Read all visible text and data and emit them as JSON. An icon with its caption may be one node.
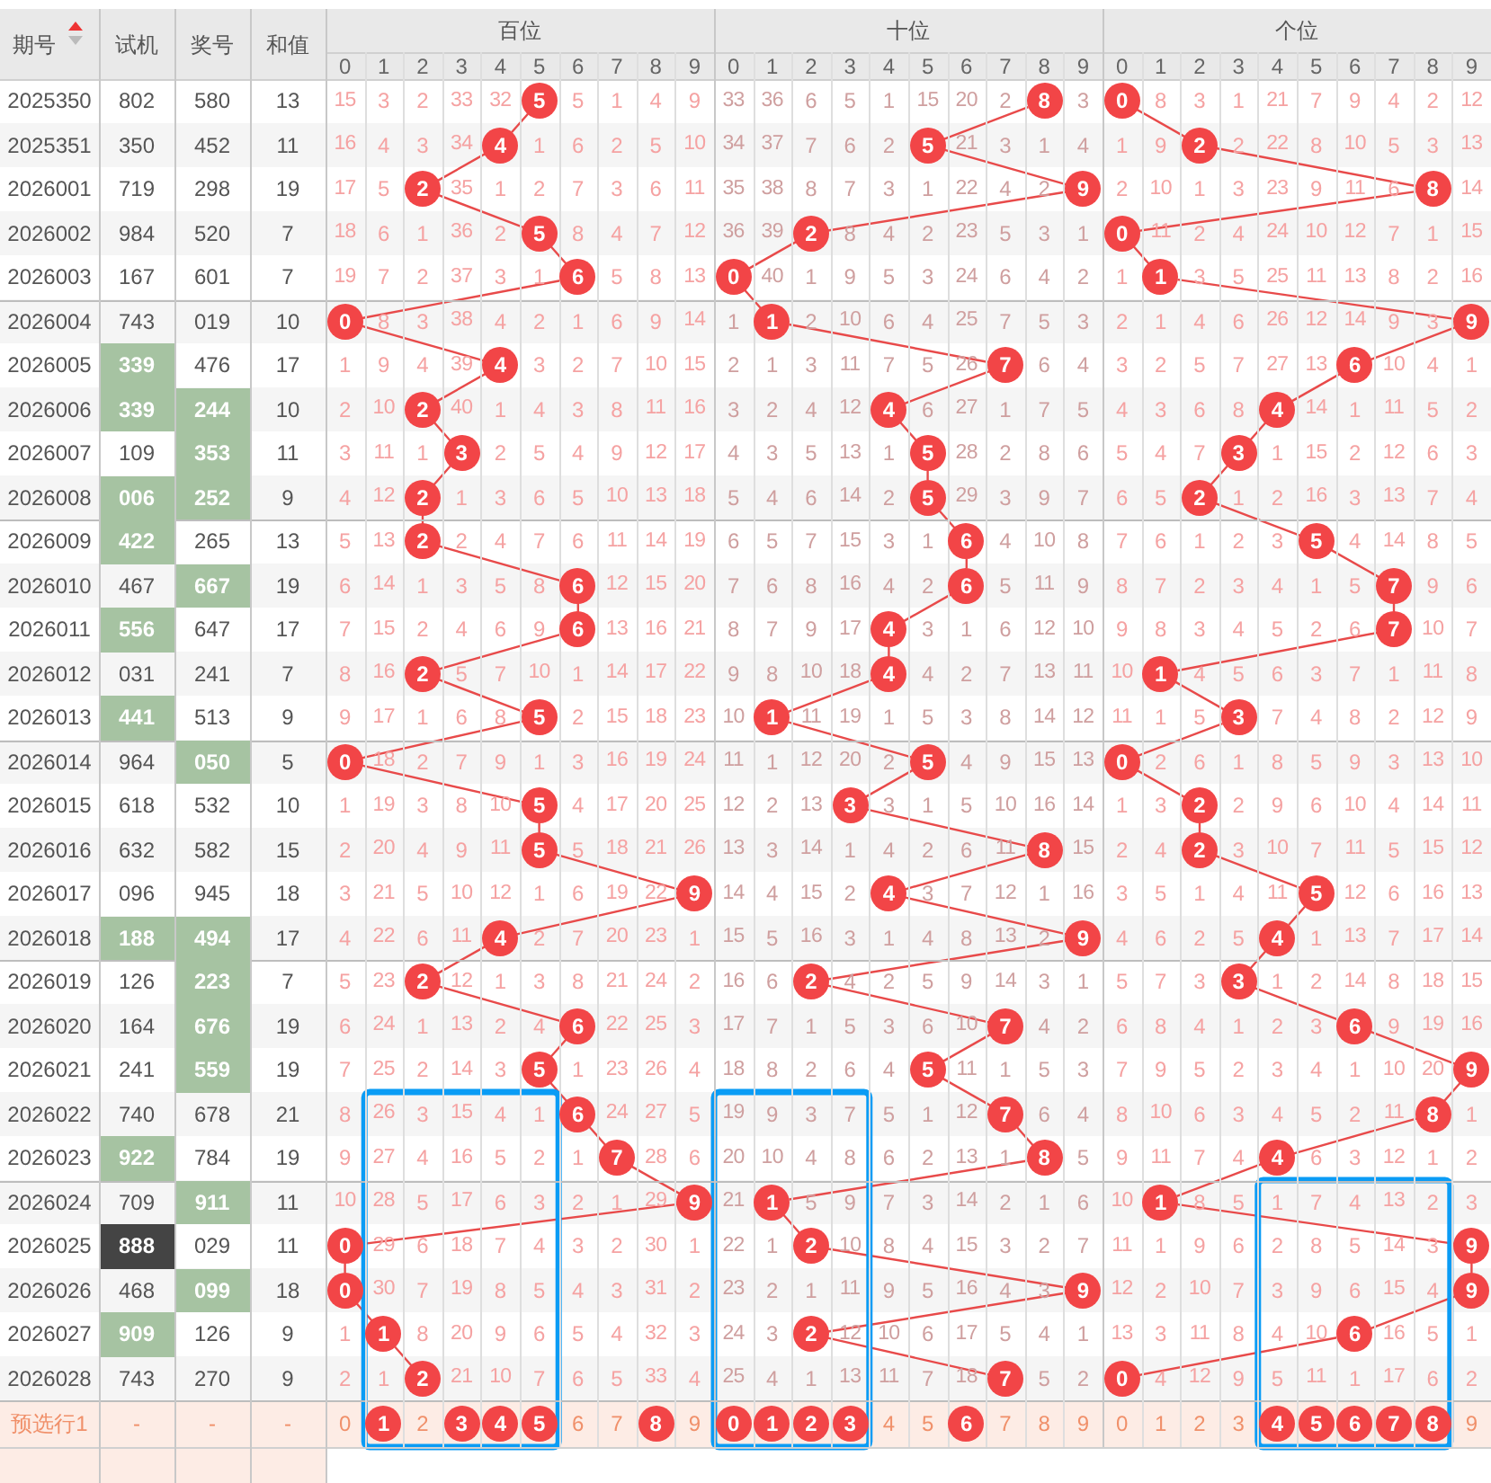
{
  "diagram": {
    "nodes": [
      {
        "text": [
          "5"
        ]
      },
      {
        "text": [
          "8"
        ]
      },
      {
        "text": [
          "0"
        ]
      },
      {
        "text": [
          "4"
        ]
      },
      {
        "text": [
          "5"
        ]
      },
      {
        "text": [
          "2"
        ]
      },
      {
        "text": [
          "2"
        ]
      },
      {
        "text": [
          "9"
        ]
      },
      {
        "text": [
          "8"
        ]
      },
      {
        "text": [
          "5"
        ]
      },
      {
        "text": [
          "2"
        ]
      },
      {
        "text": [
          "0"
        ]
      },
      {
        "text": [
          "6"
        ]
      },
      {
        "text": [
          "0"
        ]
      },
      {
        "text": [
          "1"
        ]
      },
      {
        "text": [
          "0"
        ]
      },
      {
        "text": [
          "1"
        ]
      },
      {
        "text": [
          "9"
        ]
      },
      {
        "text": [
          "4"
        ]
      },
      {
        "text": [
          "7"
        ]
      },
      {
        "text": [
          "6"
        ]
      },
      {
        "text": [
          "2"
        ]
      },
      {
        "text": [
          "4"
        ]
      },
      {
        "text": [
          "4"
        ]
      },
      {
        "text": [
          "3"
        ]
      },
      {
        "text": [
          "5"
        ]
      },
      {
        "text": [
          "3"
        ]
      },
      {
        "text": [
          "2"
        ]
      },
      {
        "text": [
          "5"
        ]
      },
      {
        "text": [
          "2"
        ]
      },
      {
        "text": [
          "2"
        ]
      },
      {
        "text": [
          "6"
        ]
      },
      {
        "text": [
          "5"
        ]
      },
      {
        "text": [
          "6"
        ]
      },
      {
        "text": [
          "6"
        ]
      },
      {
        "text": [
          "7"
        ]
      },
      {
        "text": [
          "6"
        ]
      },
      {
        "text": [
          "4"
        ]
      },
      {
        "text": [
          "7"
        ]
      },
      {
        "text": [
          "2"
        ]
      },
      {
        "text": [
          "4"
        ]
      },
      {
        "text": [
          "1"
        ]
      },
      {
        "text": [
          "5"
        ]
      },
      {
        "text": [
          "1"
        ]
      },
      {
        "text": [
          "3"
        ]
      },
      {
        "text": [
          "0"
        ]
      },
      {
        "text": [
          "5"
        ]
      },
      {
        "text": [
          "0"
        ]
      },
      {
        "text": [
          "5"
        ]
      },
      {
        "text": [
          "3"
        ]
      },
      {
        "text": [
          "2"
        ]
      },
      {
        "text": [
          "5"
        ]
      },
      {
        "text": [
          "8"
        ]
      },
      {
        "text": [
          "2"
        ]
      },
      {
        "text": [
          "9"
        ]
      },
      {
        "text": [
          "4"
        ]
      },
      {
        "text": [
          "5"
        ]
      },
      {
        "text": [
          "4"
        ]
      },
      {
        "text": [
          "9"
        ]
      },
      {
        "text": [
          "4"
        ]
      },
      {
        "text": [
          "2"
        ]
      },
      {
        "text": [
          "2"
        ]
      },
      {
        "text": [
          "3"
        ]
      },
      {
        "text": [
          "6"
        ]
      },
      {
        "text": [
          "7"
        ]
      },
      {
        "text": [
          "6"
        ]
      },
      {
        "text": [
          "5"
        ]
      },
      {
        "text": [
          "5"
        ]
      },
      {
        "text": [
          "9"
        ]
      },
      {
        "text": [
          "6"
        ]
      },
      {
        "text": [
          "7"
        ]
      },
      {
        "text": [
          "8"
        ]
      },
      {
        "text": [
          "7"
        ]
      },
      {
        "text": [
          "8"
        ]
      },
      {
        "text": [
          "4"
        ]
      },
      {
        "text": [
          "9"
        ]
      },
      {
        "text": [
          "1"
        ]
      },
      {
        "text": [
          "1"
        ]
      },
      {
        "text": [
          "0"
        ]
      },
      {
        "text": [
          "2"
        ]
      },
      {
        "text": [
          "9"
        ]
      },
      {
        "text": [
          "0"
        ]
      },
      {
        "text": [
          "9"
        ]
      },
      {
        "text": [
          "9"
        ]
      },
      {
        "text": [
          "1"
        ]
      },
      {
        "text": [
          "2"
        ]
      },
      {
        "text": [
          "6"
        ]
      },
      {
        "text": [
          "2"
        ]
      },
      {
        "text": [
          "7"
        ]
      },
      {
        "text": [
          "0"
        ]
      },
      {
        "text": [
          "1"
        ]
      },
      {
        "text": [
          "3"
        ]
      },
      {
        "text": [
          "4"
        ]
      },
      {
        "text": [
          "5"
        ]
      },
      {
        "text": [
          "8"
        ]
      },
      {
        "text": [
          "0"
        ]
      },
      {
        "text": [
          "1"
        ]
      },
      {
        "text": [
          "2"
        ]
      },
      {
        "text": [
          "3"
        ]
      },
      {
        "text": [
          "6"
        ]
      },
      {
        "text": [
          "4"
        ]
      },
      {
        "text": [
          "5"
        ]
      },
      {
        "text": [
          "6"
        ]
      },
      {
        "text": [
          "7"
        ]
      },
      {
        "text": [
          "8"
        ]
      }
    ],
    "edges": [
      {
        "from": 0,
        "to": 3,
        "arrow": "none"
      },
      {
        "from": 1,
        "to": 4,
        "arrow": "none"
      },
      {
        "from": 2,
        "to": 5,
        "arrow": "none"
      },
      {
        "from": 3,
        "to": 6,
        "arrow": "none"
      },
      {
        "from": 4,
        "to": 7,
        "arrow": "none"
      },
      {
        "from": 5,
        "to": 8,
        "arrow": "none"
      },
      {
        "from": 6,
        "to": 9,
        "arrow": "none"
      },
      {
        "from": 7,
        "to": 10,
        "arrow": "none"
      },
      {
        "from": 8,
        "to": 11,
        "arrow": "none"
      },
      {
        "from": 9,
        "to": 12,
        "arrow": "none"
      },
      {
        "from": 10,
        "to": 13,
        "arrow": "none"
      },
      {
        "from": 11,
        "to": 14,
        "arrow": "none"
      },
      {
        "from": 12,
        "to": 15,
        "arrow": "none"
      },
      {
        "from": 13,
        "to": 16,
        "arrow": "none"
      },
      {
        "from": 14,
        "to": 17,
        "arrow": "none"
      },
      {
        "from": 15,
        "to": 18,
        "arrow": "none"
      },
      {
        "from": 16,
        "to": 19,
        "arrow": "none"
      },
      {
        "from": 17,
        "to": 20,
        "arrow": "none"
      },
      {
        "from": 18,
        "to": 21,
        "arrow": "none"
      },
      {
        "from": 19,
        "to": 22,
        "arrow": "none"
      },
      {
        "from": 20,
        "to": 23,
        "arrow": "none"
      },
      {
        "from": 21,
        "to": 24,
        "arrow": "none"
      },
      {
        "from": 22,
        "to": 25,
        "arrow": "none"
      },
      {
        "from": 23,
        "to": 26,
        "arrow": "none"
      },
      {
        "from": 24,
        "to": 27,
        "arrow": "none"
      },
      {
        "from": 25,
        "to": 28,
        "arrow": "none"
      },
      {
        "from": 26,
        "to": 29,
        "arrow": "none"
      },
      {
        "from": 27,
        "to": 30,
        "arrow": "none"
      },
      {
        "from": 28,
        "to": 31,
        "arrow": "none"
      },
      {
        "from": 29,
        "to": 32,
        "arrow": "none"
      },
      {
        "from": 30,
        "to": 33,
        "arrow": "none"
      },
      {
        "from": 31,
        "to": 34,
        "arrow": "none"
      },
      {
        "from": 32,
        "to": 35,
        "arrow": "none"
      },
      {
        "from": 33,
        "to": 36,
        "arrow": "none"
      },
      {
        "from": 34,
        "to": 37,
        "arrow": "none"
      },
      {
        "from": 35,
        "to": 38,
        "arrow": "none"
      },
      {
        "from": 36,
        "to": 39,
        "arrow": "none"
      },
      {
        "from": 37,
        "to": 40,
        "arrow": "none"
      },
      {
        "from": 38,
        "to": 41,
        "arrow": "none"
      },
      {
        "from": 39,
        "to": 42,
        "arrow": "none"
      },
      {
        "from": 40,
        "to": 43,
        "arrow": "none"
      },
      {
        "from": 41,
        "to": 44,
        "arrow": "none"
      },
      {
        "from": 42,
        "to": 45,
        "arrow": "none"
      },
      {
        "from": 43,
        "to": 46,
        "arrow": "none"
      },
      {
        "from": 44,
        "to": 47,
        "arrow": "none"
      },
      {
        "from": 45,
        "to": 48,
        "arrow": "none"
      },
      {
        "from": 46,
        "to": 49,
        "arrow": "none"
      },
      {
        "from": 47,
        "to": 50,
        "arrow": "none"
      },
      {
        "from": 48,
        "to": 51,
        "arrow": "none"
      },
      {
        "from": 49,
        "to": 52,
        "arrow": "none"
      },
      {
        "from": 50,
        "to": 53,
        "arrow": "none"
      },
      {
        "from": 51,
        "to": 54,
        "arrow": "none"
      },
      {
        "from": 52,
        "to": 55,
        "arrow": "none"
      },
      {
        "from": 53,
        "to": 56,
        "arrow": "none"
      },
      {
        "from": 54,
        "to": 57,
        "arrow": "none"
      },
      {
        "from": 55,
        "to": 58,
        "arrow": "none"
      },
      {
        "from": 56,
        "to": 59,
        "arrow": "none"
      },
      {
        "from": 57,
        "to": 60,
        "arrow": "none"
      },
      {
        "from": 58,
        "to": 61,
        "arrow": "none"
      },
      {
        "from": 59,
        "to": 62,
        "arrow": "none"
      },
      {
        "from": 60,
        "to": 63,
        "arrow": "none"
      },
      {
        "from": 61,
        "to": 64,
        "arrow": "none"
      },
      {
        "from": 62,
        "to": 65,
        "arrow": "none"
      },
      {
        "from": 63,
        "to": 66,
        "arrow": "none"
      },
      {
        "from": 64,
        "to": 67,
        "arrow": "none"
      },
      {
        "from": 65,
        "to": 68,
        "arrow": "none"
      },
      {
        "from": 66,
        "to": 69,
        "arrow": "none"
      },
      {
        "from": 67,
        "to": 70,
        "arrow": "none"
      },
      {
        "from": 68,
        "to": 71,
        "arrow": "none"
      },
      {
        "from": 69,
        "to": 72,
        "arrow": "none"
      },
      {
        "from": 70,
        "to": 73,
        "arrow": "none"
      },
      {
        "from": 71,
        "to": 74,
        "arrow": "none"
      },
      {
        "from": 72,
        "to": 75,
        "arrow": "none"
      },
      {
        "from": 73,
        "to": 76,
        "arrow": "none"
      },
      {
        "from": 74,
        "to": 77,
        "arrow": "none"
      },
      {
        "from": 75,
        "to": 78,
        "arrow": "none"
      },
      {
        "from": 76,
        "to": 79,
        "arrow": "none"
      },
      {
        "from": 77,
        "to": 80,
        "arrow": "none"
      },
      {
        "from": 78,
        "to": 81,
        "arrow": "none"
      },
      {
        "from": 79,
        "to": 82,
        "arrow": "none"
      },
      {
        "from": 80,
        "to": 83,
        "arrow": "none"
      },
      {
        "from": 81,
        "to": 84,
        "arrow": "none"
      },
      {
        "from": 82,
        "to": 85,
        "arrow": "none"
      },
      {
        "from": 83,
        "to": 86,
        "arrow": "none"
      },
      {
        "from": 84,
        "to": 87,
        "arrow": "none"
      },
      {
        "from": 85,
        "to": 88,
        "arrow": "none"
      },
      {
        "from": 86,
        "to": 89,
        "arrow": "none"
      }
    ],
    "labels": [
      "期号",
      "试机",
      "奖号",
      "和值",
      "百位",
      "十位",
      "个位",
      "0",
      "1",
      "2",
      "3",
      "4",
      "5",
      "6",
      "7",
      "8",
      "9",
      "0",
      "1",
      "2",
      "3",
      "4",
      "5",
      "6",
      "7",
      "8",
      "9",
      "0",
      "1",
      "2",
      "3",
      "4",
      "5",
      "6",
      "7",
      "8",
      "9",
      "2025350",
      "802",
      "580",
      "13",
      "15",
      "3",
      "2",
      "33",
      "32",
      "5",
      "1",
      "4",
      "9",
      "33",
      "36",
      "6",
      "5",
      "1",
      "15",
      "20",
      "2",
      "3",
      "8",
      "3",
      "1",
      "21",
      "7",
      "9",
      "4",
      "2",
      "12",
      "2025351",
      "350",
      "452",
      "11",
      "16",
      "4",
      "3",
      "34",
      "1",
      "6",
      "2",
      "5",
      "10",
      "34",
      "37",
      "7",
      "6",
      "2",
      "21",
      "3",
      "1",
      "4",
      "1",
      "9",
      "2",
      "22",
      "8",
      "10",
      "5",
      "3",
      "13",
      "2026001",
      "719",
      "298",
      "19",
      "17",
      "5",
      "35",
      "1",
      "2",
      "7",
      "3",
      "6",
      "11",
      "35",
      "38",
      "8",
      "7",
      "3",
      "1",
      "22",
      "4",
      "2",
      "2",
      "10",
      "1",
      "3",
      "23",
      "9",
      "11",
      "6",
      "14",
      "2026002",
      "984",
      "520",
      "7",
      "18",
      "6",
      "1",
      "36",
      "2",
      "8",
      "4",
      "7",
      "12",
      "36",
      "39",
      "8",
      "4",
      "2",
      "23",
      "5",
      "3",
      "1",
      "11",
      "2",
      "4",
      "24",
      "10",
      "12",
      "7",
      "1",
      "15",
      "2026003",
      "167",
      "601",
      "7",
      "19",
      "7",
      "2",
      "37",
      "3",
      "1",
      "5",
      "8",
      "13",
      "40",
      "1",
      "9",
      "5",
      "3",
      "24",
      "6",
      "4",
      "2",
      "1",
      "3",
      "5",
      "25",
      "11",
      "13",
      "8",
      "2",
      "16",
      "2026004",
      "743",
      "019",
      "10",
      "8",
      "3",
      "38",
      "4",
      "2",
      "1",
      "6",
      "9",
      "14",
      "1",
      "2",
      "10",
      "6",
      "4",
      "25",
      "7",
      "5",
      "3",
      "2",
      "1",
      "4",
      "6",
      "26",
      "12",
      "14",
      "9",
      "3",
      "2026005",
      "339",
      "476",
      "17",
      "1",
      "9",
      "4",
      "39",
      "3",
      "2",
      "7",
      "10",
      "15",
      "2",
      "1",
      "3",
      "11",
      "7",
      "5",
      "26",
      "6",
      "4",
      "3",
      "2",
      "5",
      "7",
      "27",
      "13",
      "10",
      "4",
      "1",
      "2026006",
      "339",
      "244",
      "10",
      "2",
      "10",
      "40",
      "1",
      "4",
      "3",
      "8",
      "11",
      "16",
      "3",
      "2",
      "4",
      "12",
      "6",
      "27",
      "1",
      "7",
      "5",
      "4",
      "3",
      "6",
      "8",
      "14",
      "1",
      "11",
      "5",
      "2",
      "2026007",
      "109",
      "353",
      "11",
      "3",
      "11",
      "1",
      "2",
      "5",
      "4",
      "9",
      "12",
      "17",
      "4",
      "3",
      "5",
      "13",
      "1",
      "28",
      "2",
      "8",
      "6",
      "5",
      "4",
      "7",
      "1",
      "15",
      "2",
      "12",
      "6",
      "3",
      "2026008",
      "006",
      "252",
      "9",
      "4",
      "12",
      "1",
      "3",
      "6",
      "5",
      "10",
      "13",
      "18",
      "5",
      "4",
      "6",
      "14",
      "2",
      "29",
      "3",
      "9",
      "7",
      "6",
      "5",
      "1",
      "2",
      "16",
      "3",
      "13",
      "7",
      "4",
      "2026009",
      "422",
      "265",
      "13",
      "5",
      "13",
      "2",
      "4",
      "7",
      "6",
      "11",
      "14",
      "19",
      "6",
      "5",
      "7",
      "15",
      "3",
      "1",
      "4",
      "10",
      "8",
      "7",
      "6",
      "1",
      "2",
      "3",
      "4",
      "14",
      "8",
      "5",
      "2026010",
      "467",
      "667",
      "19",
      "6",
      "14",
      "1",
      "3",
      "5",
      "8",
      "12",
      "15",
      "20",
      "7",
      "6",
      "8",
      "16",
      "4",
      "2",
      "5",
      "11",
      "9",
      "8",
      "7",
      "2",
      "3",
      "4",
      "1",
      "5",
      "9",
      "6",
      "2026011",
      "556",
      "647",
      "17",
      "7",
      "15",
      "2",
      "4",
      "6",
      "9",
      "13",
      "16",
      "21",
      "8",
      "7",
      "9",
      "17",
      "3",
      "1",
      "6",
      "12",
      "10",
      "9",
      "8",
      "3",
      "4",
      "5",
      "2",
      "6",
      "10",
      "7",
      "2026012",
      "031",
      "241",
      "7",
      "8",
      "16",
      "5",
      "7",
      "10",
      "1",
      "14",
      "17",
      "22",
      "9",
      "8",
      "10",
      "18",
      "4",
      "2",
      "7",
      "13",
      "11",
      "10",
      "4",
      "5",
      "6",
      "3",
      "7",
      "1",
      "11",
      "8",
      "2026013",
      "441",
      "513",
      "9",
      "9",
      "17",
      "1",
      "6",
      "8",
      "2",
      "15",
      "18",
      "23",
      "10",
      "11",
      "19",
      "1",
      "5",
      "3",
      "8",
      "14",
      "12",
      "11",
      "1",
      "5",
      "7",
      "4",
      "8",
      "2",
      "12",
      "9",
      "2026014",
      "964",
      "050",
      "5",
      "18",
      "2",
      "7",
      "9",
      "1",
      "3",
      "16",
      "19",
      "24",
      "11",
      "1",
      "12",
      "20",
      "2",
      "4",
      "9",
      "15",
      "13",
      "2",
      "6",
      "1",
      "8",
      "5",
      "9",
      "3",
      "13",
      "10",
      "2026015",
      "618",
      "532",
      "10",
      "1",
      "19",
      "3",
      "8",
      "10",
      "4",
      "17",
      "20",
      "25",
      "12",
      "2",
      "13",
      "3",
      "1",
      "5",
      "10",
      "16",
      "14",
      "1",
      "3",
      "2",
      "9",
      "6",
      "10",
      "4",
      "14",
      "11",
      "2026016",
      "632",
      "582",
      "15",
      "2",
      "20",
      "4",
      "9",
      "11",
      "5",
      "18",
      "21",
      "26",
      "13",
      "3",
      "14",
      "1",
      "4",
      "2",
      "6",
      "11",
      "15",
      "2",
      "4",
      "3",
      "10",
      "7",
      "11",
      "5",
      "15",
      "12",
      "2026017",
      "096",
      "945",
      "18",
      "3",
      "21",
      "5",
      "10",
      "12",
      "1",
      "6",
      "19",
      "22",
      "14",
      "4",
      "15",
      "2",
      "3",
      "7",
      "12",
      "1",
      "16",
      "3",
      "5",
      "1",
      "4",
      "11",
      "12",
      "6",
      "16",
      "13",
      "2026018",
      "188",
      "494",
      "17",
      "4",
      "22",
      "6",
      "11",
      "2",
      "7",
      "20",
      "23",
      "1",
      "15",
      "5",
      "16",
      "3",
      "1",
      "4",
      "8",
      "13",
      "2",
      "4",
      "6",
      "2",
      "5",
      "1",
      "13",
      "7",
      "17",
      "14",
      "2026019",
      "126",
      "223",
      "7",
      "5",
      "23",
      "12",
      "1",
      "3",
      "8",
      "21",
      "24",
      "2",
      "16",
      "6",
      "4",
      "2",
      "5",
      "9",
      "14",
      "3",
      "1",
      "5",
      "7",
      "3",
      "1",
      "2",
      "14",
      "8",
      "18",
      "15",
      "2026020",
      "164",
      "676",
      "19",
      "6",
      "24",
      "1",
      "13",
      "2",
      "4",
      "22",
      "25",
      "3",
      "17",
      "7",
      "1",
      "5",
      "3",
      "6",
      "10",
      "4",
      "2",
      "6",
      "8",
      "4",
      "1",
      "2",
      "3",
      "9",
      "19",
      "16",
      "2026021",
      "241",
      "559",
      "19",
      "7",
      "25",
      "2",
      "14",
      "3",
      "1",
      "23",
      "26",
      "4",
      "18",
      "8",
      "2",
      "6",
      "4",
      "11",
      "1",
      "5",
      "3",
      "7",
      "9",
      "5",
      "2",
      "3",
      "4",
      "1",
      "10",
      "20",
      "2026022",
      "740",
      "678",
      "21",
      "8",
      "26",
      "3",
      "15",
      "4",
      "1",
      "24",
      "27",
      "5",
      "19",
      "9",
      "3",
      "7",
      "5",
      "1",
      "12",
      "6",
      "4",
      "8",
      "10",
      "6",
      "3",
      "4",
      "5",
      "2",
      "11",
      "1",
      "2026023",
      "922",
      "784",
      "19",
      "9",
      "27",
      "4",
      "16",
      "5",
      "2",
      "1",
      "28",
      "6",
      "20",
      "10",
      "4",
      "8",
      "6",
      "2",
      "13",
      "1",
      "5",
      "9",
      "11",
      "7",
      "4",
      "6",
      "3",
      "12",
      "1",
      "2",
      "2026024",
      "709",
      "911",
      "11",
      "10",
      "28",
      "5",
      "17",
      "6",
      "3",
      "2",
      "1",
      "29",
      "21",
      "5",
      "9",
      "7",
      "3",
      "14",
      "2",
      "1",
      "6",
      "10",
      "8",
      "5",
      "1",
      "7",
      "4",
      "13",
      "2",
      "3",
      "2026025",
      "888",
      "029",
      "11",
      "29",
      "6",
      "18",
      "7",
      "4",
      "3",
      "2",
      "30",
      "1",
      "22",
      "1",
      "10",
      "8",
      "4",
      "15",
      "3",
      "2",
      "7",
      "11",
      "1",
      "9",
      "6",
      "2",
      "8",
      "5",
      "14",
      "3",
      "2026026",
      "468",
      "099",
      "18",
      "30",
      "7",
      "19",
      "8",
      "5",
      "4",
      "3",
      "31",
      "2",
      "23",
      "2",
      "1",
      "11",
      "9",
      "5",
      "16",
      "4",
      "3",
      "12",
      "2",
      "10",
      "7",
      "3",
      "9",
      "6",
      "15",
      "4",
      "2026027",
      "909",
      "126",
      "9",
      "1",
      "8",
      "20",
      "9",
      "6",
      "5",
      "4",
      "32",
      "3",
      "24",
      "3",
      "12",
      "10",
      "6",
      "17",
      "5",
      "4",
      "1",
      "13",
      "3",
      "11",
      "8",
      "4",
      "10",
      "16",
      "5",
      "1",
      "2026028",
      "743",
      "270",
      "9",
      "2",
      "1",
      "21",
      "10",
      "7",
      "6",
      "5",
      "33",
      "4",
      "25",
      "4",
      "1",
      "13",
      "11",
      "7",
      "18",
      "5",
      "2",
      "4",
      "12",
      "9",
      "5",
      "11",
      "1",
      "17",
      "6",
      "2",
      "预选行1",
      "-",
      "-",
      "-",
      "0",
      "2",
      "6",
      "7",
      "9",
      "4",
      "5",
      "7",
      "8",
      "9",
      "0",
      "1",
      "2",
      "3",
      "9"
    ]
  }
}
